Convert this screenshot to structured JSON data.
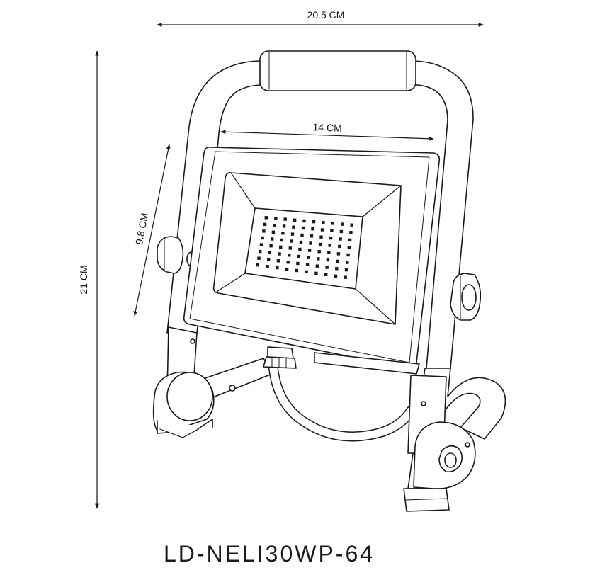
{
  "dimensions": {
    "total_width": "20.5 CM",
    "panel_width": "14 CM",
    "panel_height": "9.8 CM",
    "total_height": "21 CM"
  },
  "model": "LD-NELI30WP-64",
  "colors": {
    "stroke": "#1a1a1a",
    "background": "#ffffff"
  }
}
